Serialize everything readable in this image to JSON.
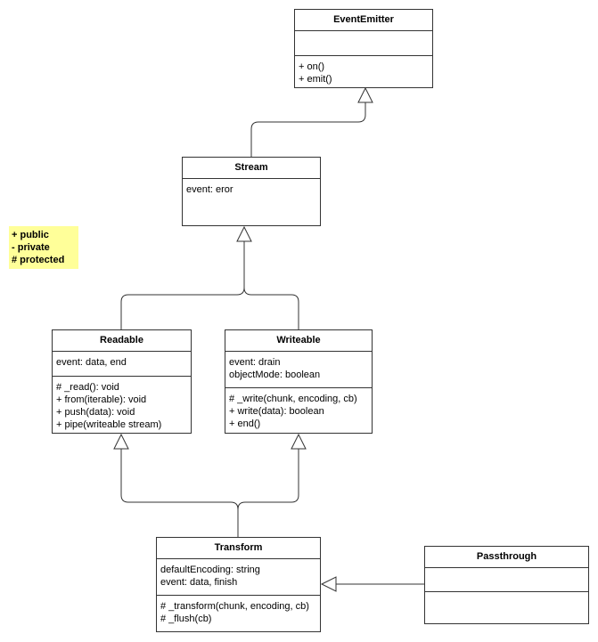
{
  "colors": {
    "border": "#333333",
    "legend_bg": "#ffff99"
  },
  "legend": {
    "items": [
      "+ public",
      "- private",
      "# protected"
    ]
  },
  "classes": {
    "eventemitter": {
      "name": "EventEmitter",
      "attributes": [],
      "methods": [
        "+ on()",
        "+ emit()"
      ]
    },
    "stream": {
      "name": "Stream",
      "attributes": [
        "event: eror"
      ]
    },
    "readable": {
      "name": "Readable",
      "attributes": [
        "event: data, end"
      ],
      "methods": [
        "# _read(): void",
        "+ from(iterable): void",
        "+ push(data): void",
        "+ pipe(writeable stream)"
      ]
    },
    "writeable": {
      "name": "Writeable",
      "attributes": [
        "event: drain",
        "objectMode: boolean"
      ],
      "methods": [
        "# _write(chunk, encoding, cb)",
        "+ write(data): boolean",
        "+ end()"
      ]
    },
    "transform": {
      "name": "Transform",
      "attributes": [
        "defaultEncoding: string",
        "event: data, finish"
      ],
      "methods": [
        "# _transform(chunk, encoding, cb)",
        "# _flush(cb)"
      ]
    },
    "passthrough": {
      "name": "Passthrough",
      "attributes": [],
      "methods": []
    }
  },
  "relations": [
    {
      "from": "Stream",
      "to": "EventEmitter",
      "type": "inheritance"
    },
    {
      "from": "Readable",
      "to": "Stream",
      "type": "inheritance"
    },
    {
      "from": "Writeable",
      "to": "Stream",
      "type": "inheritance"
    },
    {
      "from": "Transform",
      "to": "Readable",
      "type": "inheritance"
    },
    {
      "from": "Transform",
      "to": "Writeable",
      "type": "inheritance"
    },
    {
      "from": "Passthrough",
      "to": "Transform",
      "type": "inheritance"
    }
  ]
}
